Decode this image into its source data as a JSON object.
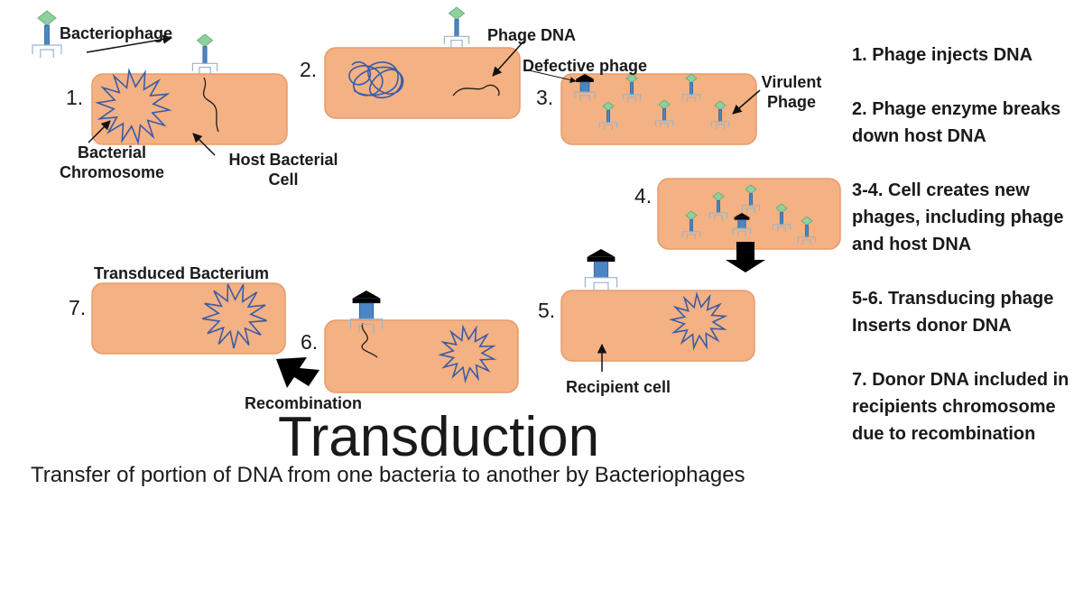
{
  "labels": {
    "bacteriophage": "Bacteriophage",
    "phage_dna": "Phage DNA",
    "defective_phage": "Defective phage",
    "virulent_phage_1": "Virulent",
    "virulent_phage_2": "Phage",
    "bacterial_chromosome_1": "Bacterial",
    "bacterial_chromosome_2": "Chromosome",
    "host_cell_1": "Host Bacterial",
    "host_cell_2": "Cell",
    "transduced_bacterium": "Transduced Bacterium",
    "recombination": "Recombination",
    "recipient_cell": "Recipient cell"
  },
  "steps": [
    "1.",
    "2.",
    "3.",
    "4.",
    "5.",
    "6.",
    "7."
  ],
  "legend": [
    "1. Phage injects DNA",
    "2. Phage enzyme breaks down host DNA",
    "3-4. Cell creates new phages, including phage and host DNA",
    "5-6. Transducing phage Inserts donor DNA",
    "7. Donor DNA included in recipients chromosome due to recombination"
  ],
  "title": "Transduction",
  "subtitle": "Transfer of portion of DNA from one bacteria to another by Bacteriophages",
  "colors": {
    "cell_fill": "#f4b183",
    "cell_stroke": "#e89a6a",
    "dna": "#3b5ba5",
    "phage_head_virulent": "#8fd19e",
    "phage_head_defective": "#000000",
    "phage_tail": "#4a86c5",
    "phage_legs": "#9db4c8"
  }
}
